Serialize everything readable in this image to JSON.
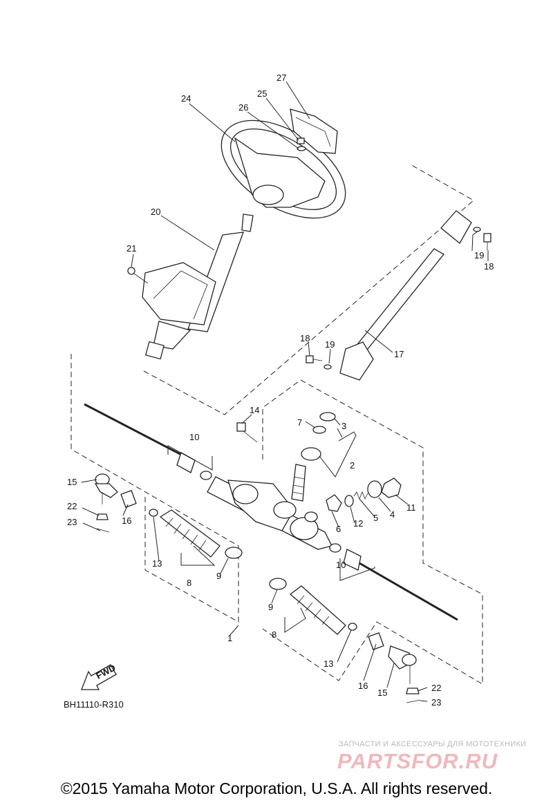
{
  "diagram_code": "BH11110-R310",
  "fwd_label": "FWD",
  "watermark": {
    "subtitle": "ЗАПЧАСТИ И АКСЕССУАРЫ ДЛЯ МОТОТЕХНИКИ",
    "logo": "PARTSFOR.RU"
  },
  "copyright": "©2015 Yamaha Motor Corporation, U.S.A. All rights reserved.",
  "callouts": [
    {
      "id": "c27",
      "label": "27"
    },
    {
      "id": "c24",
      "label": "24"
    },
    {
      "id": "c25",
      "label": "25"
    },
    {
      "id": "c26",
      "label": "26"
    },
    {
      "id": "c20",
      "label": "20"
    },
    {
      "id": "c21",
      "label": "21"
    },
    {
      "id": "c19a",
      "label": "19"
    },
    {
      "id": "c18a",
      "label": "18"
    },
    {
      "id": "c18b",
      "label": "18"
    },
    {
      "id": "c19b",
      "label": "19"
    },
    {
      "id": "c17",
      "label": "17"
    },
    {
      "id": "c14",
      "label": "14"
    },
    {
      "id": "c7",
      "label": "7"
    },
    {
      "id": "c3",
      "label": "3"
    },
    {
      "id": "c10a",
      "label": "10"
    },
    {
      "id": "c2",
      "label": "2"
    },
    {
      "id": "c15a",
      "label": "15"
    },
    {
      "id": "c22a",
      "label": "22"
    },
    {
      "id": "c16a",
      "label": "16"
    },
    {
      "id": "c23a",
      "label": "23"
    },
    {
      "id": "c11",
      "label": "11"
    },
    {
      "id": "c4",
      "label": "4"
    },
    {
      "id": "c5",
      "label": "5"
    },
    {
      "id": "c12",
      "label": "12"
    },
    {
      "id": "c6",
      "label": "6"
    },
    {
      "id": "c13a",
      "label": "13"
    },
    {
      "id": "c9a",
      "label": "9"
    },
    {
      "id": "c8a",
      "label": "8"
    },
    {
      "id": "c10b",
      "label": "10"
    },
    {
      "id": "c9b",
      "label": "9"
    },
    {
      "id": "c8b",
      "label": "8"
    },
    {
      "id": "c1",
      "label": "1"
    },
    {
      "id": "c13b",
      "label": "13"
    },
    {
      "id": "c16b",
      "label": "16"
    },
    {
      "id": "c15b",
      "label": "15"
    },
    {
      "id": "c22b",
      "label": "22"
    },
    {
      "id": "c23b",
      "label": "23"
    }
  ]
}
